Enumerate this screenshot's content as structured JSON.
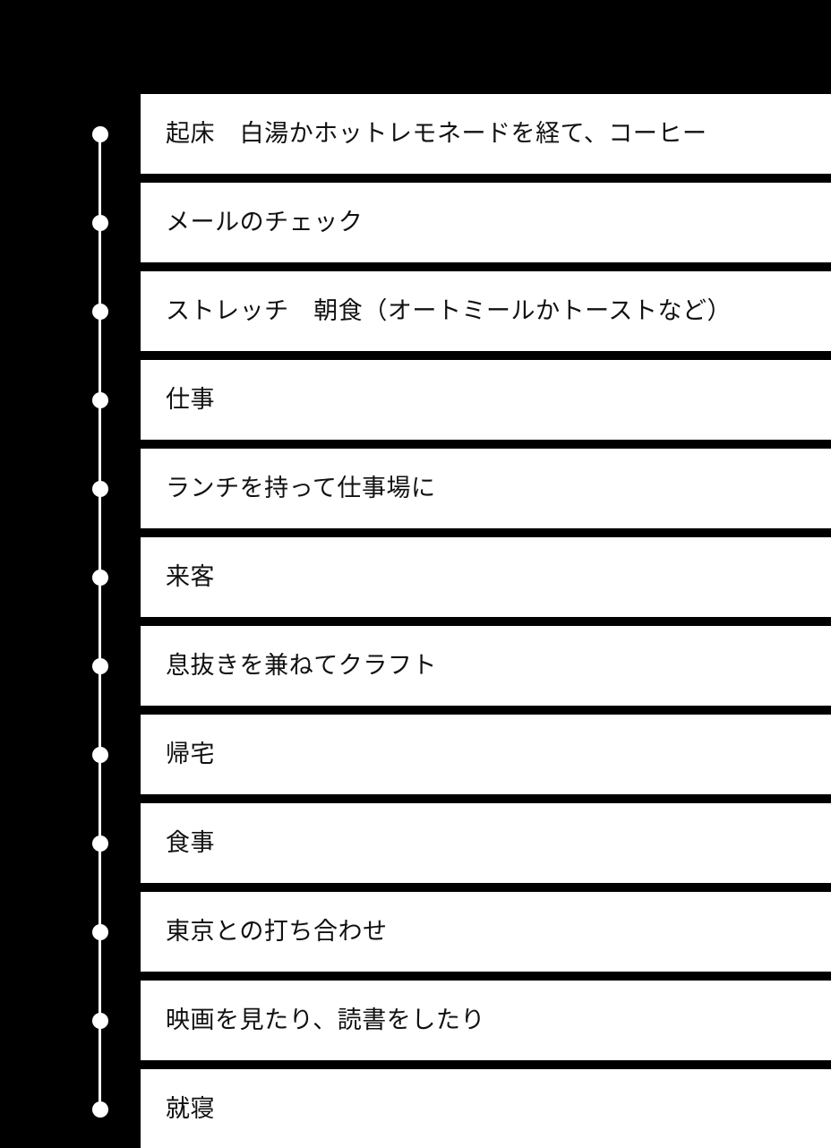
{
  "theme": {
    "background_color": "#000000",
    "card_color": "#ffffff",
    "text_color": "#111111",
    "rail_color": "#ffffff"
  },
  "timeline": {
    "items": [
      {
        "label": "起床　白湯かホットレモネードを経て、コーヒー"
      },
      {
        "label": "メールのチェック"
      },
      {
        "label": "ストレッチ　朝食（オートミールかトーストなど）"
      },
      {
        "label": "仕事"
      },
      {
        "label": "ランチを持って仕事場に"
      },
      {
        "label": "来客"
      },
      {
        "label": "息抜きを兼ねてクラフト"
      },
      {
        "label": "帰宅"
      },
      {
        "label": "食事"
      },
      {
        "label": "東京との打ち合わせ"
      },
      {
        "label": "映画を見たり、読書をしたり"
      },
      {
        "label": "就寝"
      }
    ]
  }
}
